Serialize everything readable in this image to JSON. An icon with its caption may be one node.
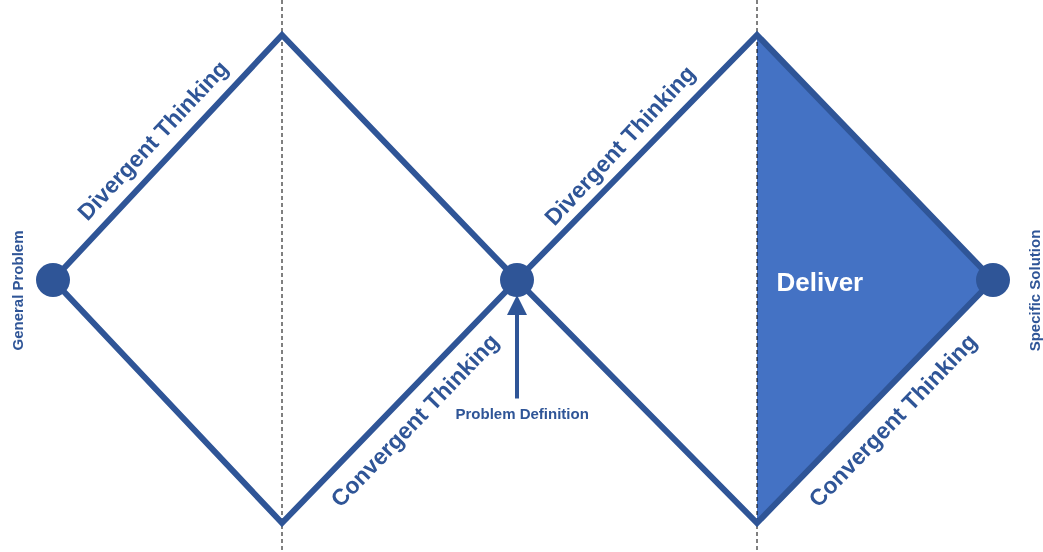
{
  "diagram": {
    "nodes": [
      {
        "text": [],
        "shape": "circle",
        "beside": [
          "General Problem"
        ]
      },
      {
        "text": [],
        "shape": "circle"
      },
      {
        "text": [
          "Problem Definition"
        ]
      },
      {
        "text": [],
        "shape": "circle",
        "beside": [
          "Specific Solution"
        ]
      }
    ],
    "edges": [
      {
        "from": 2,
        "to": 1,
        "arrow": "to"
      }
    ],
    "labels": [
      "Divergent Thinking",
      "Divergent Thinking",
      "Deliver",
      "Convergent Thinking",
      "Convergent Thinking"
    ]
  }
}
